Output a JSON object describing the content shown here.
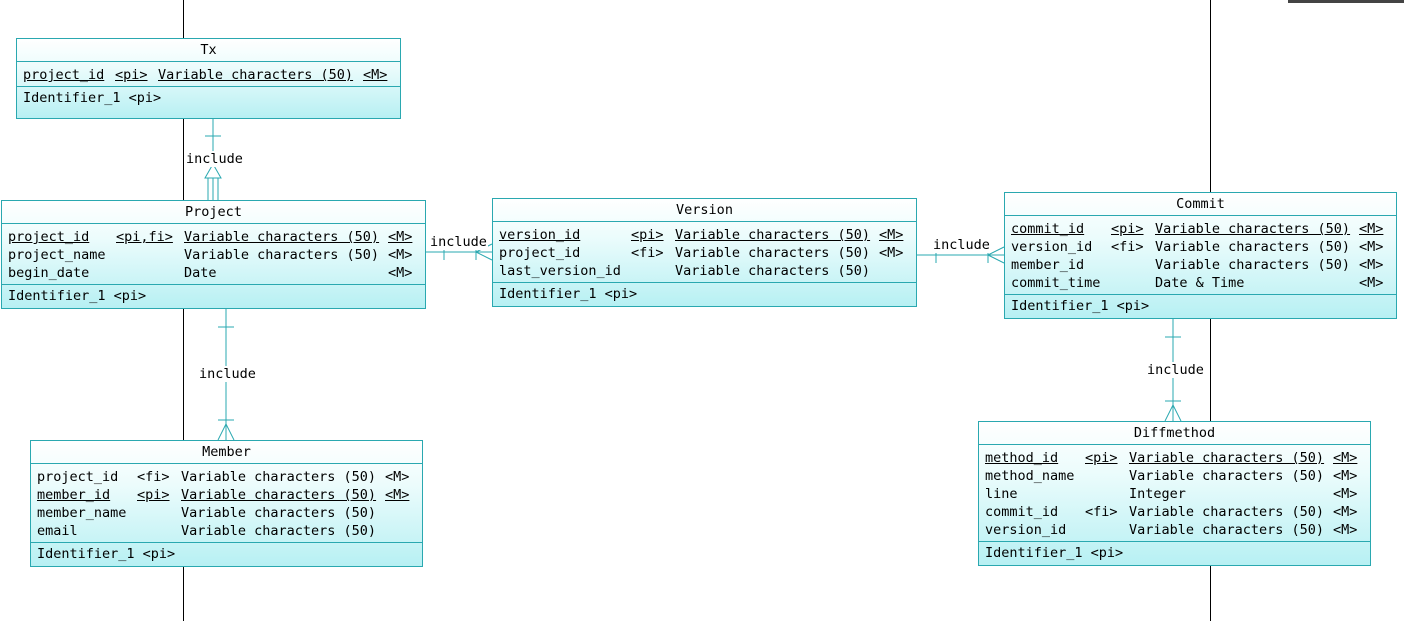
{
  "entities": {
    "tx": {
      "name": "Tx",
      "attributes": [
        {
          "name": "project_id",
          "key": "<pi>",
          "type": "Variable characters (50)",
          "mandatory": "<M>",
          "primary": true
        }
      ],
      "identifiers": [
        "Identifier_1 <pi>"
      ]
    },
    "project": {
      "name": "Project",
      "attributes": [
        {
          "name": "project_id",
          "key": "<pi,fi>",
          "type": "Variable characters (50)",
          "mandatory": "<M>",
          "primary": true
        },
        {
          "name": "project_name",
          "key": "",
          "type": "Variable characters (50)",
          "mandatory": "<M>",
          "primary": false
        },
        {
          "name": "begin_date",
          "key": "",
          "type": "Date",
          "mandatory": "<M>",
          "primary": false
        }
      ],
      "identifiers": [
        "Identifier_1 <pi>"
      ]
    },
    "version": {
      "name": "Version",
      "attributes": [
        {
          "name": "version_id",
          "key": "<pi>",
          "type": "Variable characters (50)",
          "mandatory": "<M>",
          "primary": true
        },
        {
          "name": "project_id",
          "key": "<fi>",
          "type": "Variable characters (50)",
          "mandatory": "<M>",
          "primary": false
        },
        {
          "name": "last_version_id",
          "key": "",
          "type": "Variable characters (50)",
          "mandatory": "",
          "primary": false
        }
      ],
      "identifiers": [
        "Identifier_1 <pi>"
      ]
    },
    "commit": {
      "name": "Commit",
      "attributes": [
        {
          "name": "commit_id",
          "key": "<pi>",
          "type": "Variable characters (50)",
          "mandatory": "<M>",
          "primary": true
        },
        {
          "name": "version_id",
          "key": "<fi>",
          "type": "Variable characters (50)",
          "mandatory": "<M>",
          "primary": false
        },
        {
          "name": "member_id",
          "key": "",
          "type": "Variable characters (50)",
          "mandatory": "<M>",
          "primary": false
        },
        {
          "name": "commit_time",
          "key": "",
          "type": "Date & Time",
          "mandatory": "<M>",
          "primary": false
        }
      ],
      "identifiers": [
        "Identifier_1 <pi>"
      ]
    },
    "member": {
      "name": "Member",
      "attributes": [
        {
          "name": "project_id",
          "key": "<fi>",
          "type": "Variable characters (50)",
          "mandatory": "<M>",
          "primary": false
        },
        {
          "name": "member_id",
          "key": "<pi>",
          "type": "Variable characters (50)",
          "mandatory": "<M>",
          "primary": true
        },
        {
          "name": "member_name",
          "key": "",
          "type": "Variable characters (50)",
          "mandatory": "",
          "primary": false
        },
        {
          "name": "email",
          "key": "",
          "type": "Variable characters (50)",
          "mandatory": "",
          "primary": false
        }
      ],
      "identifiers": [
        "Identifier_1 <pi>"
      ]
    },
    "diffmethod": {
      "name": "Diffmethod",
      "attributes": [
        {
          "name": "method_id",
          "key": "<pi>",
          "type": "Variable characters (50)",
          "mandatory": "<M>",
          "primary": true
        },
        {
          "name": "method_name",
          "key": "",
          "type": "Variable characters (50)",
          "mandatory": "<M>",
          "primary": false
        },
        {
          "name": "line",
          "key": "",
          "type": "Integer",
          "mandatory": "<M>",
          "primary": false
        },
        {
          "name": "commit_id",
          "key": "<fi>",
          "type": "Variable characters (50)",
          "mandatory": "<M>",
          "primary": false
        },
        {
          "name": "version_id",
          "key": "",
          "type": "Variable characters (50)",
          "mandatory": "<M>",
          "primary": false
        }
      ],
      "identifiers": [
        "Identifier_1 <pi>"
      ]
    }
  },
  "relationships": [
    {
      "id": "tx-project",
      "label": "include"
    },
    {
      "id": "project-version",
      "label": "include"
    },
    {
      "id": "version-commit",
      "label": "include"
    },
    {
      "id": "project-member",
      "label": "include"
    },
    {
      "id": "commit-diffmethod",
      "label": "include"
    }
  ],
  "colors": {
    "border": "#2aa8b0",
    "line": "#2aa8b0",
    "gradient_end": "#b7f0f3"
  }
}
